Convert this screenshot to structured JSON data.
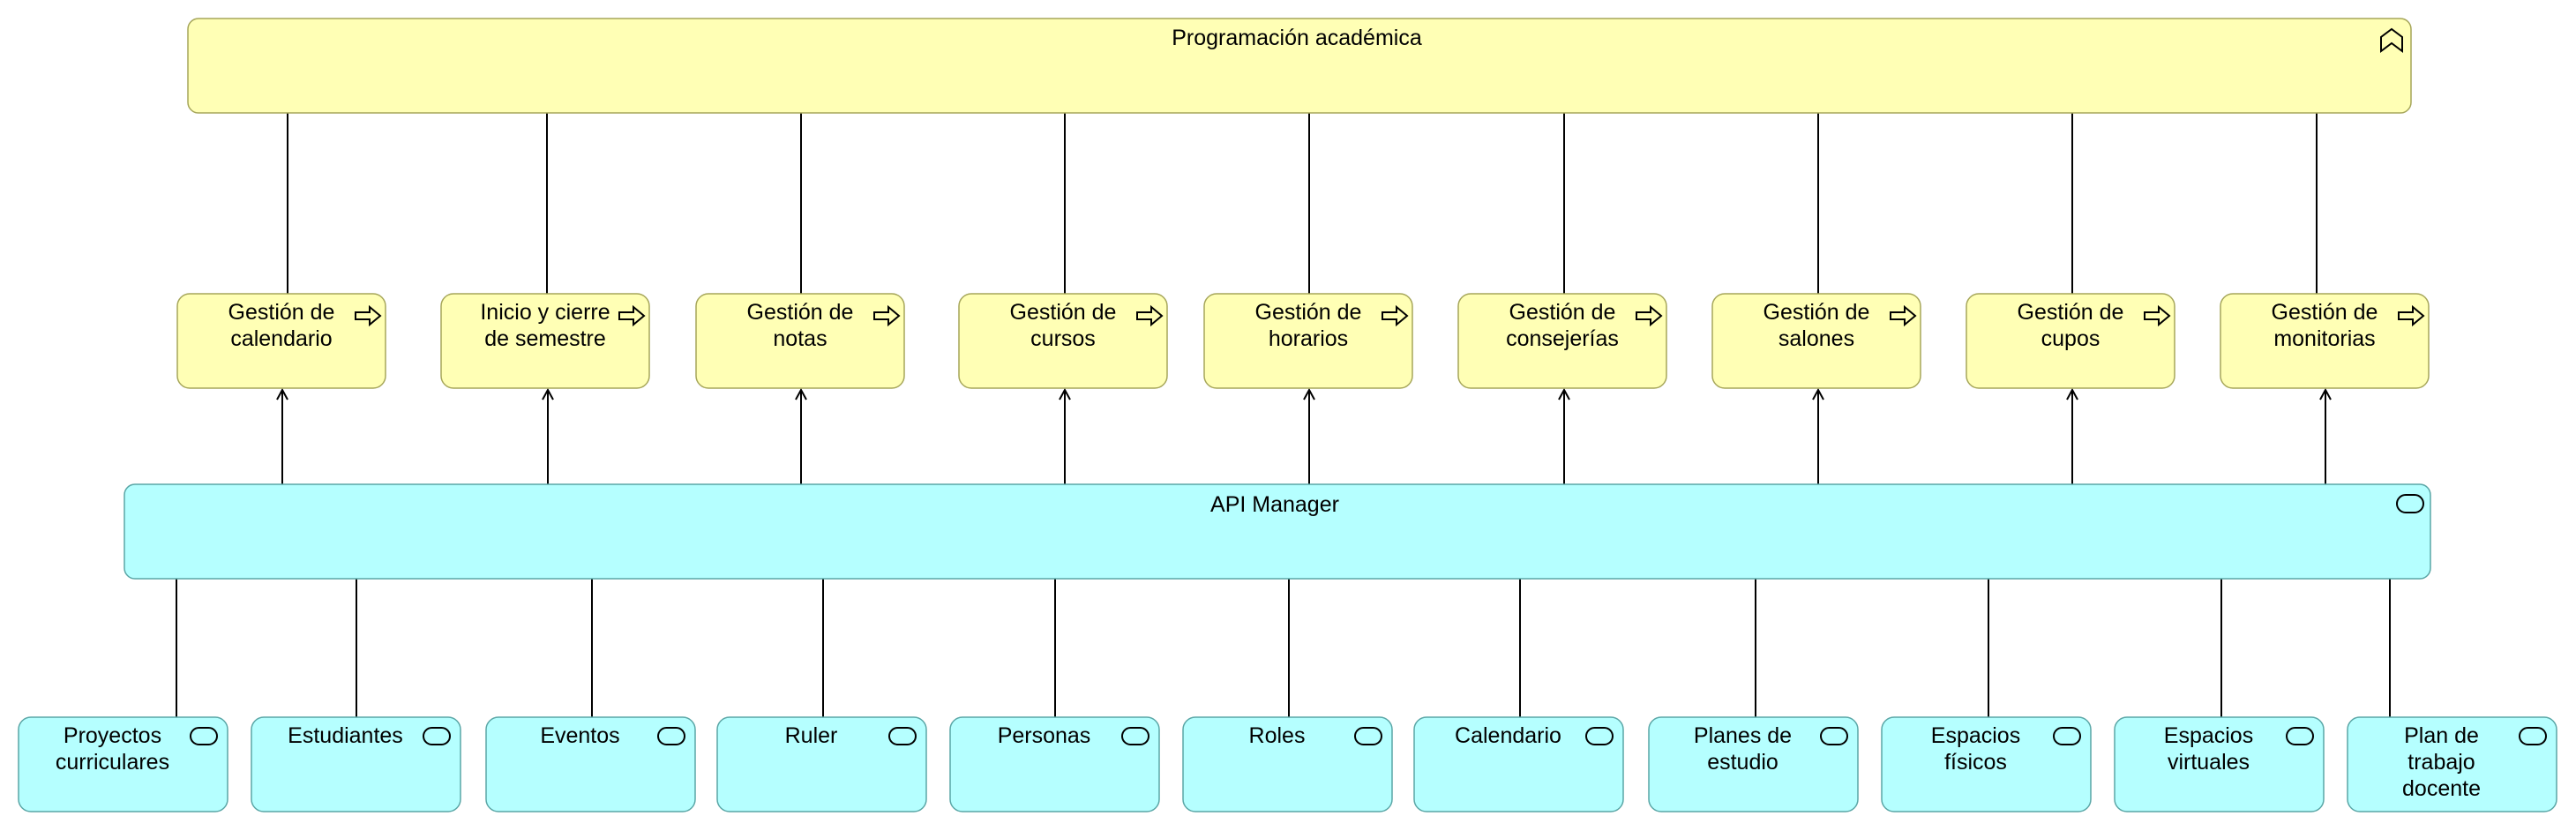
{
  "top": {
    "label": "Programación académica",
    "icon": "business-function-icon"
  },
  "processes": [
    {
      "lines": [
        "Gestión de",
        "calendario"
      ],
      "icon": "process-arrow-icon"
    },
    {
      "lines": [
        "Inicio y cierre",
        "de semestre"
      ],
      "icon": "process-arrow-icon"
    },
    {
      "lines": [
        "Gestión de",
        "notas"
      ],
      "icon": "process-arrow-icon"
    },
    {
      "lines": [
        "Gestión de",
        "cursos"
      ],
      "icon": "process-arrow-icon"
    },
    {
      "lines": [
        "Gestión de",
        "horarios"
      ],
      "icon": "process-arrow-icon"
    },
    {
      "lines": [
        "Gestión de",
        "consejerías"
      ],
      "icon": "process-arrow-icon"
    },
    {
      "lines": [
        "Gestión de",
        "salones"
      ],
      "icon": "process-arrow-icon"
    },
    {
      "lines": [
        "Gestión de",
        "cupos"
      ],
      "icon": "process-arrow-icon"
    },
    {
      "lines": [
        "Gestión de",
        "monitorias"
      ],
      "icon": "process-arrow-icon"
    }
  ],
  "manager": {
    "label": "API Manager",
    "icon": "application-service-icon"
  },
  "services": [
    {
      "lines": [
        "Proyectos",
        "curriculares"
      ],
      "icon": "application-service-icon"
    },
    {
      "lines": [
        "Estudiantes"
      ],
      "icon": "application-service-icon"
    },
    {
      "lines": [
        "Eventos"
      ],
      "icon": "application-service-icon"
    },
    {
      "lines": [
        "Ruler"
      ],
      "icon": "application-service-icon"
    },
    {
      "lines": [
        "Personas"
      ],
      "icon": "application-service-icon"
    },
    {
      "lines": [
        "Roles"
      ],
      "icon": "application-service-icon"
    },
    {
      "lines": [
        "Calendario"
      ],
      "icon": "application-service-icon"
    },
    {
      "lines": [
        "Planes de",
        "estudio"
      ],
      "icon": "application-service-icon"
    },
    {
      "lines": [
        "Espacios",
        "físicos"
      ],
      "icon": "application-service-icon"
    },
    {
      "lines": [
        "Espacios",
        "virtuales"
      ],
      "icon": "application-service-icon"
    },
    {
      "lines": [
        "Plan de",
        "trabajo",
        "docente"
      ],
      "icon": "application-service-icon"
    }
  ],
  "colors": {
    "function_fill": "#ffffb5",
    "service_fill": "#b5ffff"
  }
}
